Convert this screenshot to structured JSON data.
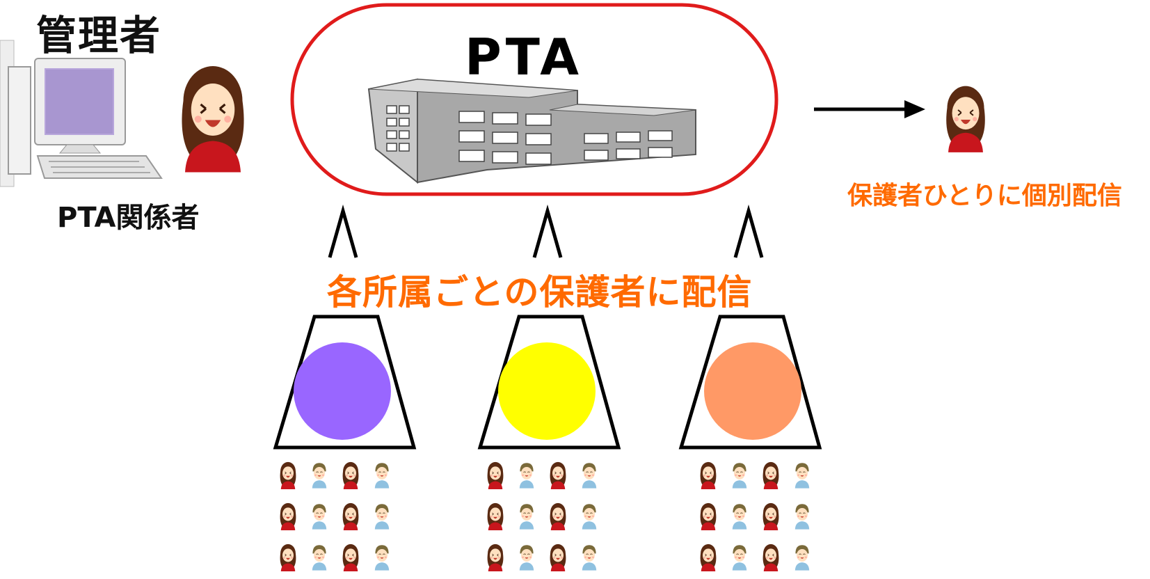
{
  "admin": {
    "title": "管理者",
    "caption": "PTA関係者"
  },
  "pta": {
    "title": "PTA",
    "frame_color": "#e01b1b"
  },
  "individual": {
    "caption": "保護者ひとりに個別配信",
    "text_color": "#ff6a00"
  },
  "groups": {
    "caption": "各所属ごとの保護者に配信",
    "text_color": "#ff6a00",
    "items": [
      {
        "color": "#9966ff"
      },
      {
        "color": "#ffff00"
      },
      {
        "color": "#ff9966"
      }
    ]
  },
  "icons": [
    "computer-icon",
    "woman-smiling-icon",
    "school-building-icon",
    "arrow-right-icon",
    "parent-woman-icon",
    "parent-man-icon"
  ]
}
